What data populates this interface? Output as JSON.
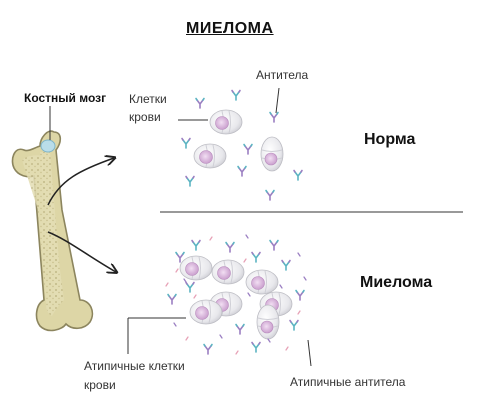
{
  "title": "МИЕЛОМА",
  "labels": {
    "bone_marrow": "Костный мозг",
    "blood_cells_line1": "Клетки",
    "blood_cells_line2": "крови",
    "antibodies": "Антитела",
    "normal": "Норма",
    "myeloma": "Миелома",
    "atypical_cells_line1": "Атипичные клетки",
    "atypical_cells_line2": "крови",
    "atypical_antibodies": "Атипичные антитела"
  },
  "colors": {
    "bone_fill": "#ddd6a6",
    "bone_spongy": "#e8e2bb",
    "marrow_tip": "#b9dde9",
    "cell_body": "#e9e9ec",
    "cell_nucleus": "#d9b9dc",
    "antibody_purple": "#9b7fc2",
    "antibody_teal": "#5bb4c2",
    "antibody_pink": "#e7a1b6",
    "divider": "#333333",
    "arrow": "#222222"
  },
  "icons": {
    "bone": "bone-icon",
    "cell": "blood-cell-icon",
    "antibody": "antibody-icon",
    "arrow": "curved-arrow-icon"
  }
}
